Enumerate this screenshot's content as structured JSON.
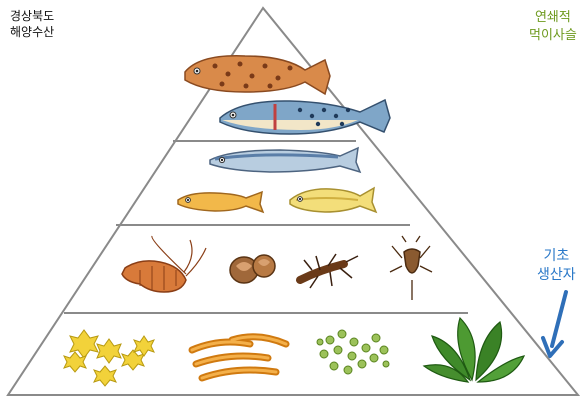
{
  "source": {
    "line1": "경상북도",
    "line2": "해양수산"
  },
  "title": {
    "line1": "연쇄적",
    "line2": "먹이사슬"
  },
  "basal_label": {
    "line1": "기초",
    "line2": "생산자"
  },
  "colors": {
    "outline": "#8a8a8a",
    "title": "#6e9a1f",
    "source": "#111111",
    "basal_label": "#2a78c8",
    "arrow": "#2f6fb8"
  },
  "levels": [
    {
      "level": "top-predators",
      "organisms": [
        "grouper-fish",
        "spotted-fish"
      ]
    },
    {
      "level": "small-fish",
      "organisms": [
        "sardine-fish",
        "small-fish",
        "minnow-fish"
      ]
    },
    {
      "level": "invertebrates",
      "organisms": [
        "shrimp",
        "snail",
        "insect-larva",
        "water-bug"
      ]
    },
    {
      "level": "producers",
      "organisms": [
        "yellow-algae",
        "orange-algae",
        "green-plankton",
        "seaweed-plant"
      ]
    }
  ]
}
